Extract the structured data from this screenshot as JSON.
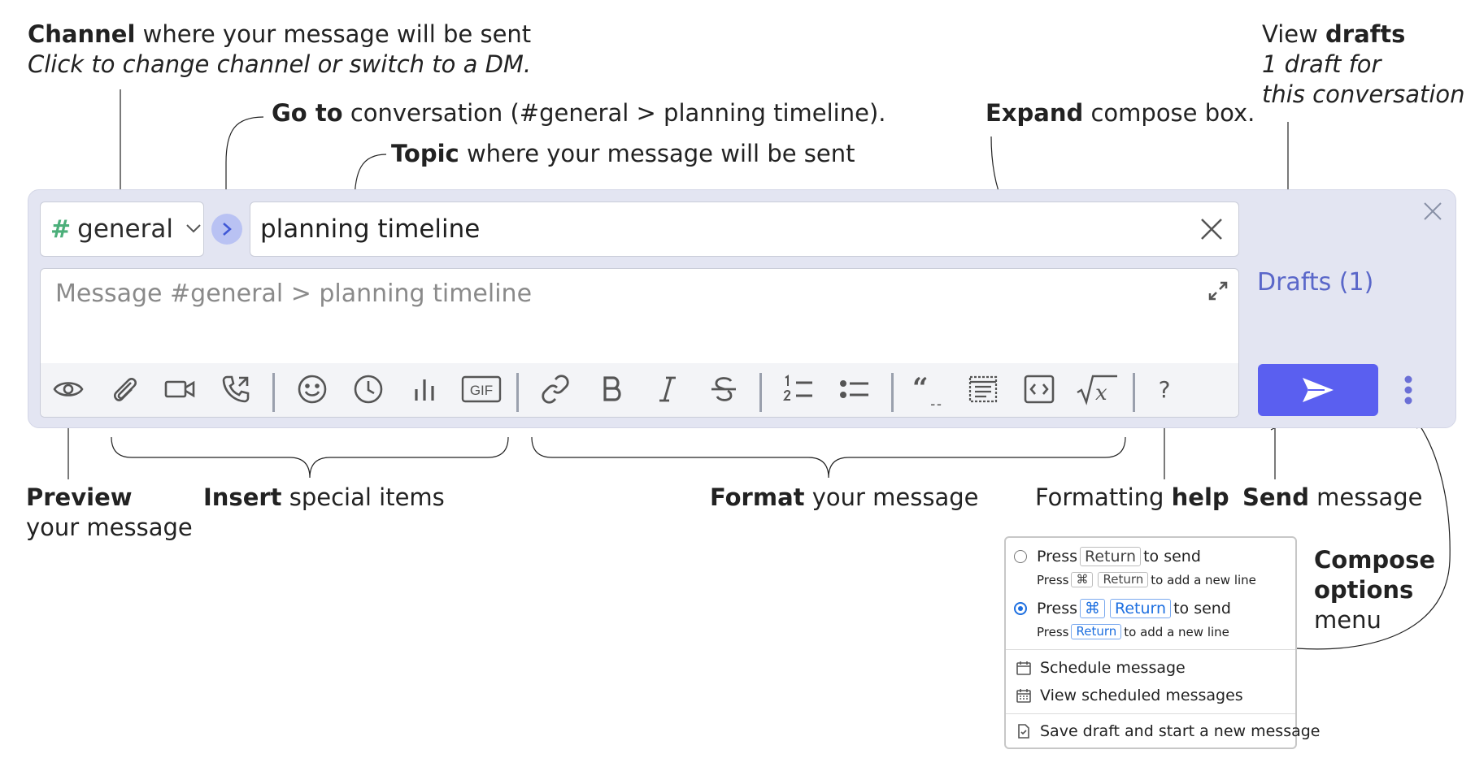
{
  "annotations": {
    "channel": {
      "bold": "Channel",
      "text": " where your message will be sent",
      "italic": "Click to change channel or switch to a DM."
    },
    "goto": {
      "bold": "Go to",
      "text": " conversation (#general > planning timeline)."
    },
    "topic": {
      "bold": "Topic",
      "text": " where your message will be sent"
    },
    "expand": {
      "bold": "Expand",
      "text": " compose box."
    },
    "drafts": {
      "text": "View ",
      "bold": "drafts",
      "italic1": "1 draft for",
      "italic2": "this conversation"
    },
    "preview": {
      "bold": "Preview",
      "text": "your message"
    },
    "insert": {
      "bold": "Insert",
      "text": " special items"
    },
    "format": {
      "bold": "Format",
      "text": " your message"
    },
    "help": {
      "text": "Formatting ",
      "bold": "help"
    },
    "send": {
      "bold": "Send",
      "text": " message"
    },
    "compose_options": {
      "line1": "Compose",
      "line2": "options",
      "line3": "menu"
    }
  },
  "compose": {
    "stream_name": "general",
    "topic": "planning timeline",
    "message_placeholder": "Message #general > planning timeline",
    "drafts_label": "Drafts (1)",
    "gif_label": "GIF",
    "help_label": "?"
  },
  "options_menu": {
    "option1": {
      "press": "Press",
      "key": "Return",
      "suffix": "to send",
      "sub_press": "Press",
      "sub_key1": "⌘",
      "sub_key2": "Return",
      "sub_suffix": "to add a new line"
    },
    "option2": {
      "press": "Press",
      "key1": "⌘",
      "key2": "Return",
      "suffix": "to send",
      "sub_press": "Press",
      "sub_key": "Return",
      "sub_suffix": "to add a new line"
    },
    "schedule": "Schedule message",
    "view_scheduled": "View scheduled messages",
    "save_draft": "Save draft and start a new message"
  },
  "colors": {
    "accent": "#5a5ff0",
    "compose_bg": "#e3e5f2",
    "drafts_link": "#5a67c9",
    "stream_hash": "#4caf7a",
    "selected": "#1d6fe0"
  }
}
